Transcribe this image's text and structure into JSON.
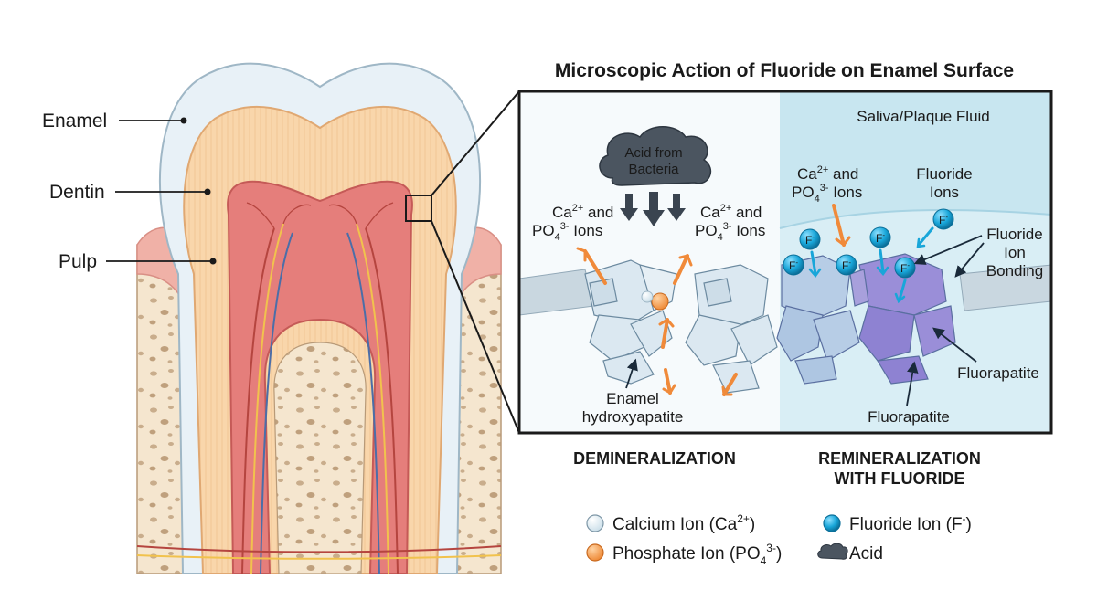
{
  "tooth": {
    "enamel_label": "Enamel",
    "dentin_label": "Dentin",
    "pulp_label": "Pulp"
  },
  "panel": {
    "title": "Microscopic Action of Fluoride on Enamel Surface",
    "saliva_label": "Saliva/Plaque Fluid",
    "acid_label_line1": "Acid from",
    "acid_label_line2": "Bacteria",
    "ions": {
      "ca": "Ca",
      "ca_charge": "2+",
      "and_text": " and",
      "po": "PO",
      "po_sub": "4",
      "po_charge": "3-",
      "ions_word": " Ions"
    },
    "fluoride_ions_line1": "Fluoride",
    "fluoride_ions_line2": "Ions",
    "fluoride_bonding_line1": "Fluoride",
    "fluoride_bonding_line2": "Ion",
    "fluoride_bonding_line3": "Bonding",
    "fluoride_symbol": "F",
    "fluoride_charge": "-",
    "enamel_hydroxyapatite_line1": "Enamel",
    "enamel_hydroxyapatite_line2": "hydroxyapatite",
    "fluorapatite_right": "Fluorapatite",
    "fluorapatite_bottom": "Fluorapatite"
  },
  "sections": {
    "demineralization": "DEMINERALIZATION",
    "remineralization_line1": "REMINERALIZATION",
    "remineralization_line2": "WITH FLUORIDE"
  },
  "legend": {
    "calcium_text": "Calcium Ion (Ca",
    "calcium_charge": "2+",
    "calcium_close": ")",
    "phosphate_text": "Phosphate Ion (PO",
    "phosphate_sub": "4",
    "phosphate_charge": "3-",
    "phosphate_close": ")",
    "fluoride_text": "Fluoride Ion (F",
    "fluoride_charge": "-",
    "fluoride_close": ")",
    "acid_text": "Acid"
  },
  "colors": {
    "enamel": "#e8f1f7",
    "dentin": "#f9d6ab",
    "pulp": "#e57e7b",
    "gum": "#f0b1a7",
    "bone": "#f5e6cf",
    "crystal": "#dbe8f1",
    "fluorapatite": "#9a8ed8",
    "fluoride": "#18a6d9",
    "phosphate": "#f39a4a",
    "acid": "#4b5560",
    "saliva": "#d9eef5"
  }
}
